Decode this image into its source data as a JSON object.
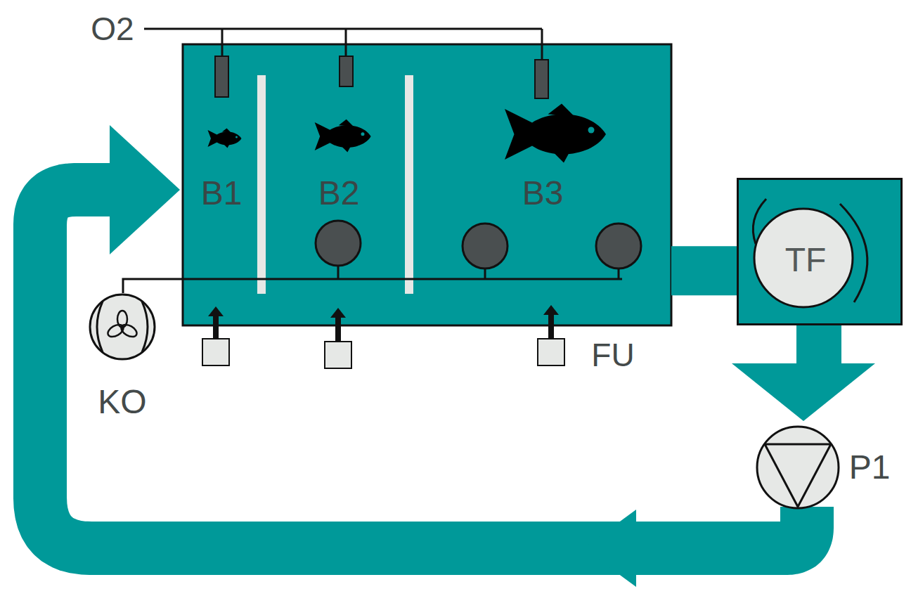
{
  "diagram": {
    "nodes": [
      {
        "text": [
          "B1"
        ]
      },
      {
        "text": [
          "B2"
        ]
      },
      {
        "text": [
          "B3"
        ]
      },
      {
        "text": [
          "TF"
        ]
      },
      {
        "text": [
          "P1"
        ]
      },
      {
        "text": [
          "KO"
        ]
      }
    ],
    "edges": [
      {
        "from": 2,
        "to": 3,
        "arrow": "none"
      },
      {
        "from": 3,
        "to": 4,
        "arrow": "to"
      },
      {
        "from": 4,
        "to": 0,
        "arrow": "to"
      }
    ],
    "labels": [
      "O2",
      "FU"
    ]
  }
}
